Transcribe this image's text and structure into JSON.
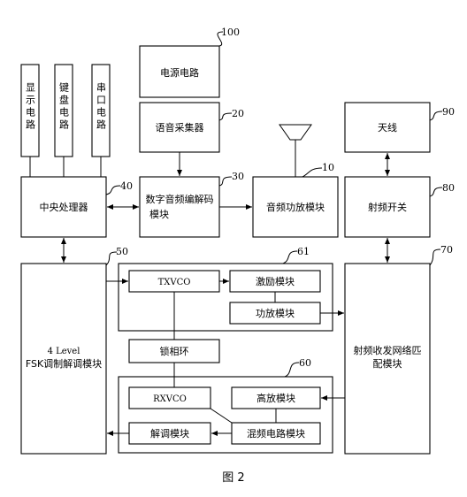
{
  "blocks": {
    "display": "显示电路",
    "keyboard": "键盘电路",
    "serial": "串口电路",
    "power": "电源电路",
    "voice": "语音采集器",
    "cpu": "中央处理器",
    "codec_line1": "数字音频编解码",
    "codec_line2": "模块",
    "audio_amp": "音频功放模块",
    "antenna": "天线",
    "rf_switch": "射频开关",
    "fsk_line1": "4 Level",
    "fsk_line2": "FSK调制解调模块",
    "txvco": "TXVCO",
    "excite": "激励模块",
    "pa": "功放模块",
    "pll": "锁相环",
    "rxvco": "RXVCO",
    "lna": "高放模块",
    "demod": "解调模块",
    "mixer": "混频电路模块",
    "rf_match_line1": "射频收发网络匹",
    "rf_match_line2": "配模块"
  },
  "refs": {
    "r100": "100",
    "r20": "20",
    "r30": "30",
    "r10": "10",
    "r40": "40",
    "r90": "90",
    "r80": "80",
    "r50": "50",
    "r61": "61",
    "r70": "70",
    "r60": "60"
  },
  "caption": "图 2"
}
